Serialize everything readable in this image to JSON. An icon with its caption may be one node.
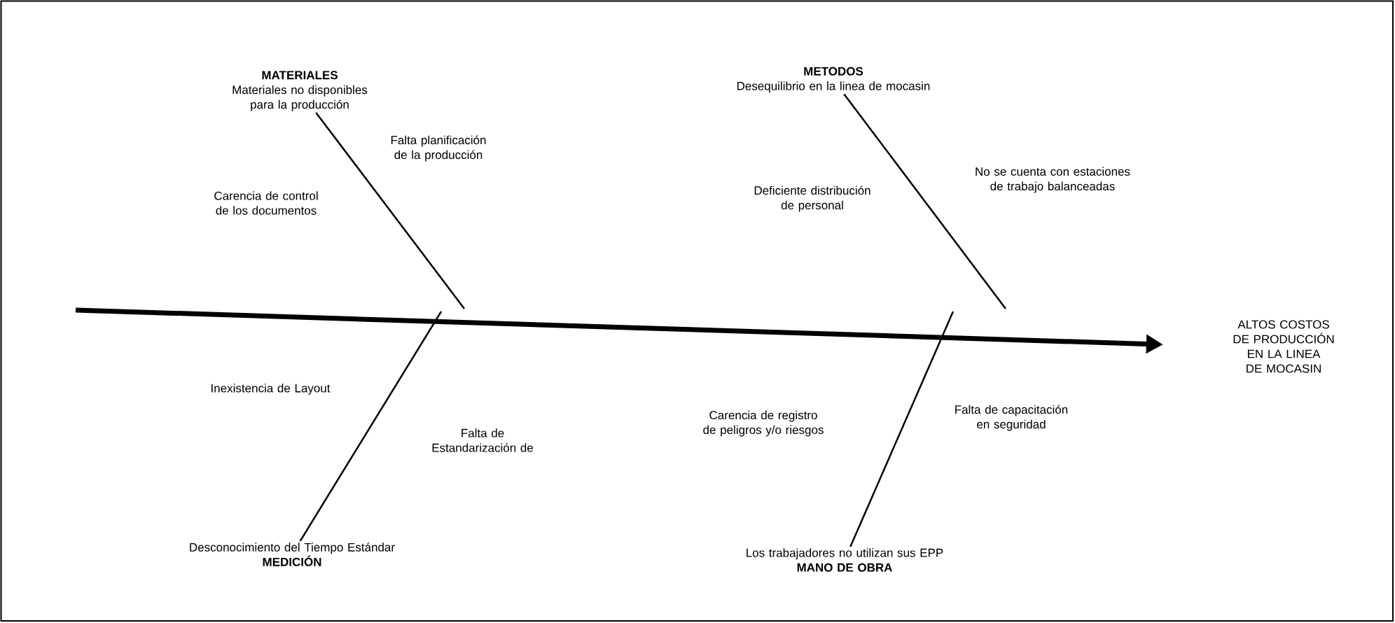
{
  "diagram": {
    "nodes": [
      {
        "text": [
          "MATERIALES",
          "Materiales no disponibles para la producción"
        ]
      },
      {
        "text": [
          "METODOS",
          "Desequilibrio en la linea de mocasin"
        ]
      },
      {
        "text": [
          "Desconocimiento del Tiempo Estándar",
          "MEDICIÓN"
        ]
      },
      {
        "text": [
          "Los trabajadores no utilizan sus EPP",
          "MANO DE OBRA"
        ]
      },
      {
        "text": [
          "ALTOS COSTOS DE PRODUCCIÓN EN LA LINEA DE MOCASIN"
        ]
      }
    ],
    "edges": [
      {
        "from": null,
        "to": 4,
        "arrow": "to",
        "style": "thick"
      },
      {
        "from": 0,
        "to": null,
        "arrow": "none"
      },
      {
        "from": 1,
        "to": null,
        "arrow": "none"
      },
      {
        "from": 2,
        "to": null,
        "arrow": "none"
      },
      {
        "from": 3,
        "to": null,
        "arrow": "none"
      }
    ],
    "labels": [
      "Falta planificación de la producción",
      "Carencia de control de los documentos",
      "No se cuenta con estaciones de trabajo balanceadas",
      "Deficiente distribución de personal",
      "Inexistencia de Layout",
      "Falta de Estandarización de",
      "Carencia de registro de peligros y/o riesgos",
      "Falta de capacitación en seguridad"
    ]
  }
}
